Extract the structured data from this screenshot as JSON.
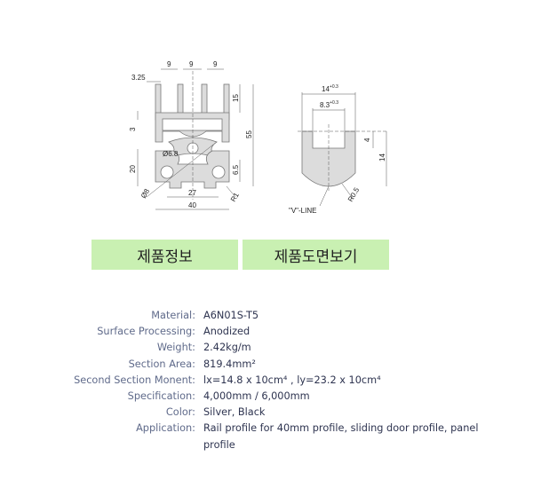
{
  "drawing": {
    "profile_dims": {
      "top1": "9",
      "top2": "9",
      "top3": "9",
      "left_offset": "3.25",
      "fin_height": "15",
      "web": "3",
      "height": "55",
      "lower": "20",
      "slot": "6.5",
      "hole": "Ø6.8",
      "small_hole": "Ø8",
      "pitch": "27",
      "width": "40",
      "radius": "R1"
    },
    "rail_dims": {
      "outer": "14",
      "outer_tol": "+0.3",
      "outer_tol2": "0",
      "inner": "8.3",
      "inner_tol": "+0.3",
      "inner_tol2": "0",
      "depth": "4",
      "height": "14",
      "radius": "R0.5",
      "vline": "\"V\"-LINE"
    }
  },
  "buttons": {
    "product_info": "제품정보",
    "view_drawing": "제품도면보기"
  },
  "specs": [
    {
      "label": "Material:",
      "value": "A6N01S-T5"
    },
    {
      "label": "Surface Processing:",
      "value": "Anodized"
    },
    {
      "label": "Weight:",
      "value": "2.42kg/m"
    },
    {
      "label": "Section Area:",
      "value": "819.4mm²"
    },
    {
      "label": "Second Section Monent:",
      "value": "lx=14.8 x 10cm⁴  , ly=23.2 x 10cm⁴"
    },
    {
      "label": "Specification:",
      "value": "4,000mm / 6,000mm"
    },
    {
      "label": "Color:",
      "value": "Silver, Black"
    },
    {
      "label": "Application:",
      "value": "Rail profile for 40mm profile, sliding door profile, panel profile"
    }
  ]
}
